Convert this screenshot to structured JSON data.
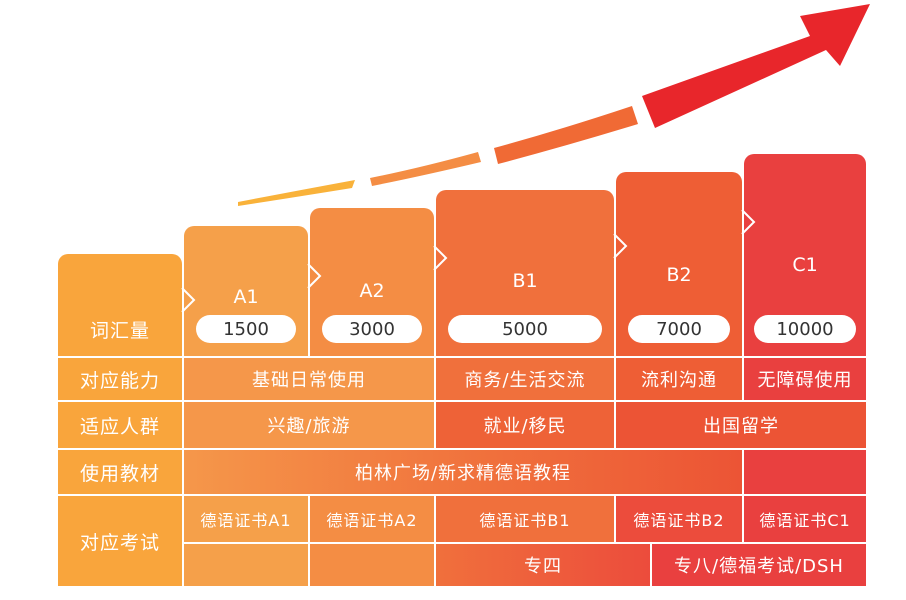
{
  "colors": {
    "label_col": "#f9a53c",
    "a1": "#f5a04a",
    "a2": "#f48d44",
    "b1": "#f0703c",
    "b2": "#ee5e35",
    "c1": "#e9403f",
    "arrow_start": "#f9b23a",
    "arrow_end": "#e8262b"
  },
  "vocab": {
    "label": "词汇量",
    "levels": [
      {
        "level": "A1",
        "value": "1500"
      },
      {
        "level": "A2",
        "value": "3000"
      },
      {
        "level": "B1",
        "value": "5000"
      },
      {
        "level": "B2",
        "value": "7000"
      },
      {
        "level": "C1",
        "value": "10000"
      }
    ]
  },
  "rows": {
    "ability": {
      "label": "对应能力",
      "cells": [
        "基础日常使用",
        "商务/生活交流",
        "流利沟通",
        "无障碍使用"
      ]
    },
    "audience": {
      "label": "适应人群",
      "cells": [
        "兴趣/旅游",
        "就业/移民",
        "出国留学"
      ]
    },
    "textbook": {
      "label": "使用教材",
      "cells": [
        "柏林广场/新求精德语教程"
      ]
    },
    "exam": {
      "label": "对应考试",
      "certificates": [
        "德语证书A1",
        "德语证书A2",
        "德语证书B1",
        "德语证书B2",
        "德语证书C1"
      ],
      "tem4": "专四",
      "advanced": "专八/德福考试/DSH"
    }
  }
}
